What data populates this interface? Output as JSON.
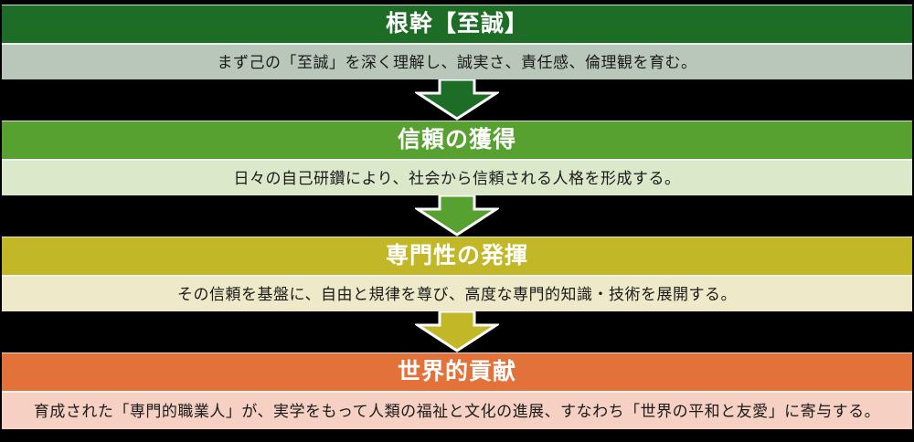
{
  "diagram": {
    "background_color": "#000000",
    "divider_color": "#eef2ee",
    "steps": [
      {
        "title": "根幹【至誠】",
        "description": "まず己の「至誠」を深く理解し、誠実さ、責任感、倫理観を育む。",
        "header_color": "#1e6d26",
        "desc_color": "#b9c6ba"
      },
      {
        "title": "信頼の獲得",
        "description": "日々の自己研鑽により、社会から信頼される人格を形成する。",
        "header_color": "#56a12f",
        "desc_color": "#dce8ca"
      },
      {
        "title": "専門性の発揮",
        "description": "その信頼を基盤に、自由と規律を尊び、高度な専門的知識・技術を展開する。",
        "header_color": "#c2b726",
        "desc_color": "#eee9c8"
      },
      {
        "title": "世界的貢献",
        "description": "育成された「専門的職業人」が、実学をもって人類の福祉と文化の進展、すなわち「世界の平和と友愛」に寄与する。",
        "header_color": "#e2713a",
        "desc_color": "#f6d1c3"
      }
    ],
    "arrows": [
      {
        "color": "#1e6d26"
      },
      {
        "color": "#56a12f"
      },
      {
        "color": "#c2b726"
      }
    ]
  }
}
